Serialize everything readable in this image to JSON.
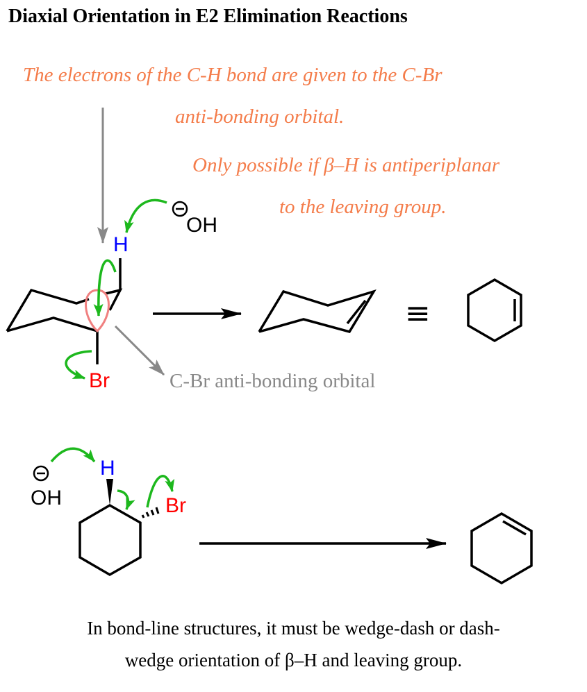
{
  "title": "Diaxial Orientation in E2 Elimination Reactions",
  "annotations": {
    "electrons_line1": "The electrons of the C-H bond are given to the C-Br",
    "electrons_line2": "anti-bonding orbital.",
    "antiperiplanar_line1": "Only possible if β–H is antiperiplanar",
    "antiperiplanar_line2": "to the leaving group.",
    "orbital_label": "C-Br anti-bonding orbital"
  },
  "atoms": {
    "hydrogen": "H",
    "hydroxide": "OH",
    "bromine": "Br",
    "charge": "−"
  },
  "colors": {
    "hydrogen": "#0000ff",
    "bromine": "#ff0000",
    "arrow_green": "#1db81d",
    "orbital": "#f08080",
    "annotation": "#f47c4a",
    "gray": "#888888"
  },
  "symbols": {
    "equivalent": "≡"
  },
  "caption": {
    "line1": "In bond-line structures, it must be wedge-dash or dash-",
    "line2": "wedge orientation of β–H and leaving group."
  }
}
